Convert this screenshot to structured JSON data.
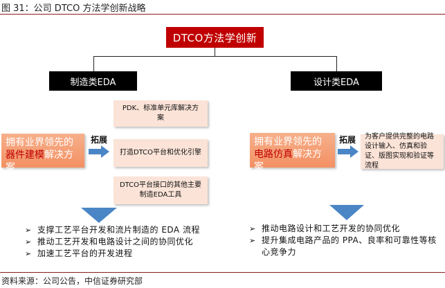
{
  "figure_title": "图 31：公司 DTCO 方法学创新战略",
  "root": {
    "label": "DTCO方法学创新"
  },
  "left": {
    "header": "制造类EDA",
    "source": {
      "pre": "拥有业界领先的",
      "highlight": "器件建模",
      "post": "解决方案"
    },
    "expand_label": "拓展",
    "items": [
      "PDK、标准单元库解决方案",
      "打造DTCO平台和优化引擎",
      "DTCO平台接口的其他主要制造EDA工具"
    ],
    "bullets": [
      "支撑工艺平台开发和流片制造的 EDA 流程",
      "推动工艺开发和电路设计之间的协同优化",
      "加速工艺平台的开发进程"
    ]
  },
  "right": {
    "header": "设计类EDA",
    "source": {
      "pre": "拥有业界领先的",
      "highlight": "电路仿真",
      "post": "解决方案"
    },
    "expand_label": "拓展",
    "items": [
      "为客户提供完整的电路设计输入、仿真和验证、版图实现和验证等流程"
    ],
    "bullets": [
      "推动电路设计和工艺开发的协同优化",
      "提升集成电路产品的 PPA、良率和可靠性等核心竞争力"
    ]
  },
  "footer": "资料来源：公司公告，中信证券研究部",
  "colors": {
    "root_fill": "#c00000",
    "header_fill": "#000000",
    "source_fill": "#f39063",
    "highlight_text": "#c00000",
    "item_fill": "#fbe3d7",
    "arrow_fill": "#4a86c5",
    "rule": "#8a1c1c"
  },
  "icons": [
    "right-arrow-icon",
    "down-arrow-icon",
    "bullet-arrow-icon"
  ]
}
